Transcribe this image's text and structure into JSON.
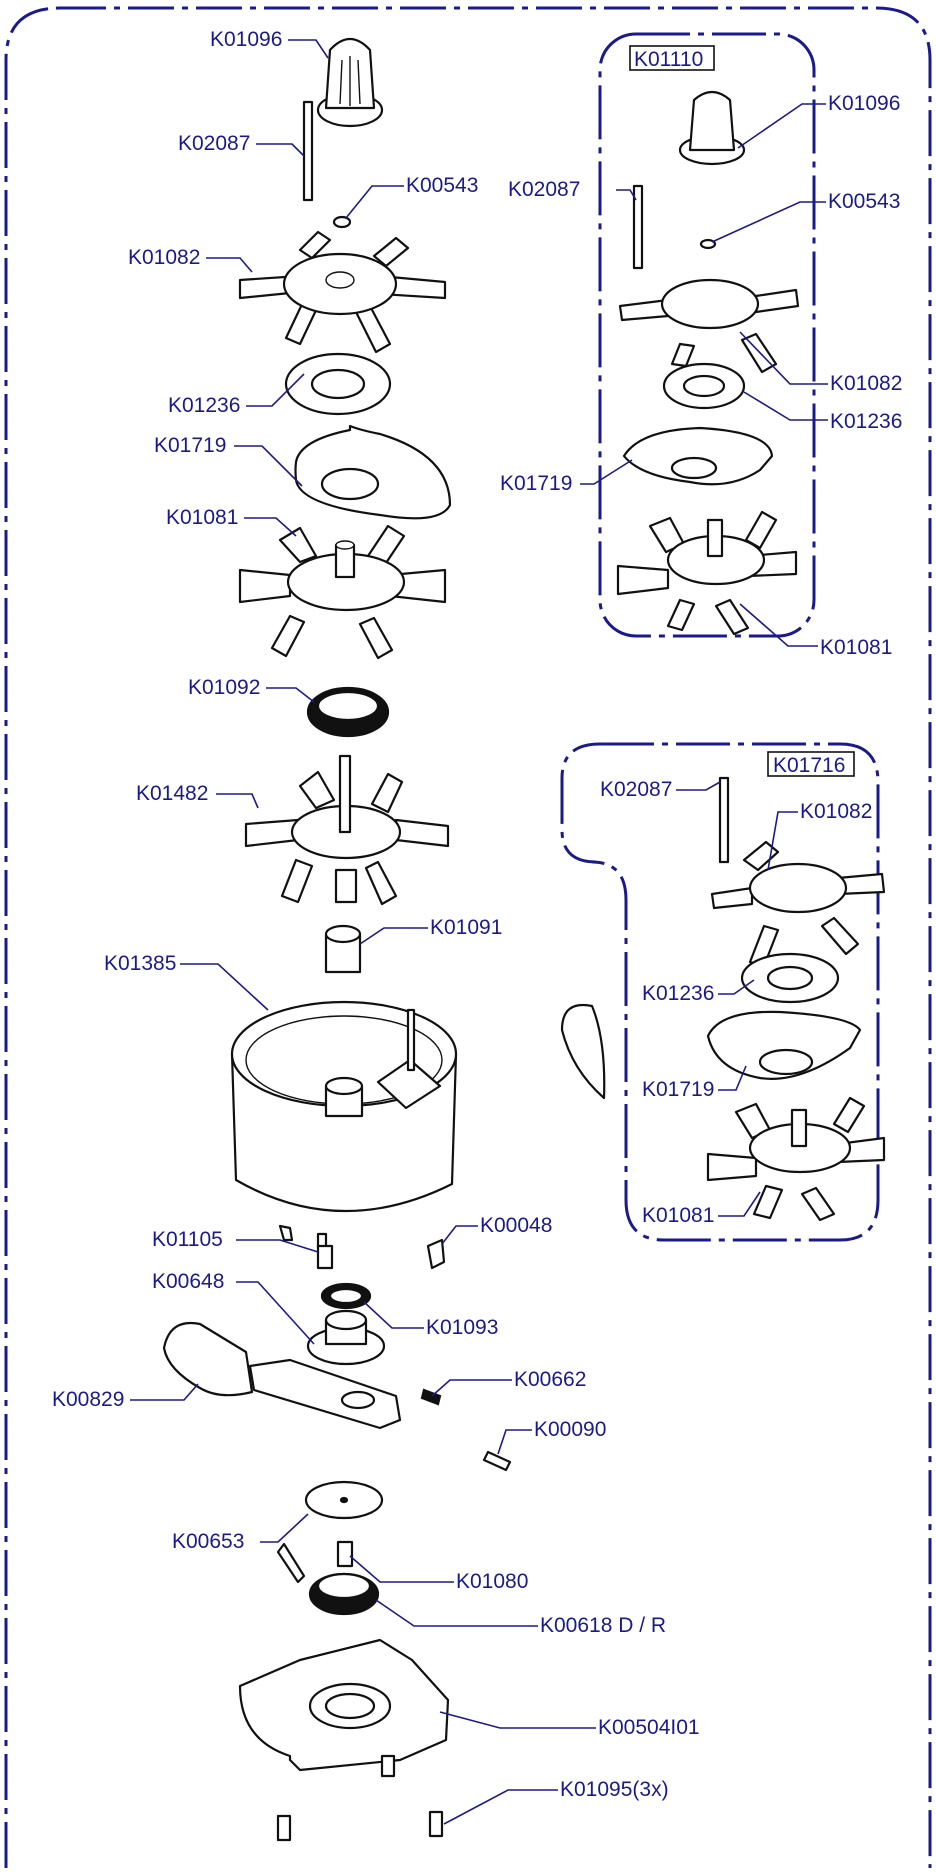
{
  "diagram": {
    "accent_color": "#1a1a8c",
    "main_labels": [
      "K01096",
      "K02087",
      "K00543",
      "K01082",
      "K01236",
      "K01719",
      "K01081",
      "K01092",
      "K01482",
      "K01091",
      "K01385",
      "K01105",
      "K00048",
      "K00648",
      "K01093",
      "K00829",
      "K00662",
      "K00090",
      "K00653",
      "K01080",
      "K00618 D / R",
      "K00504I01",
      "K01095(3x)"
    ],
    "kit_k01110": {
      "title": "K01110",
      "labels": [
        "K01096",
        "K02087",
        "K00543",
        "K01082",
        "K01236",
        "K01719",
        "K01081"
      ]
    },
    "kit_k01716": {
      "title": "K01716",
      "labels": [
        "K02087",
        "K01082",
        "K01236",
        "K01719",
        "K01081"
      ]
    }
  }
}
